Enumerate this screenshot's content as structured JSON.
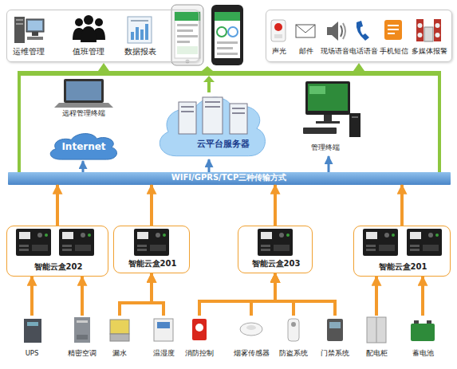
{
  "diagram": {
    "nodes": [
      {
        "text": [
          "运维管理",
          "值班管理",
          "数据报表"
        ]
      },
      {
        "text": [
          "声光",
          "邮件",
          "现场语音",
          "电话语音",
          "手机短信",
          "多媒体报警"
        ]
      },
      {
        "text": [
          "远程管理终端"
        ]
      },
      {
        "text": [
          "云平台服务器"
        ]
      },
      {
        "text": [
          "管理终端"
        ]
      },
      {
        "text": [
          "Internet"
        ]
      },
      {
        "text": [
          "WIFI/GPRS/TCP三种传输方式"
        ]
      },
      {
        "text": [
          "智能云盒202"
        ]
      },
      {
        "text": [
          "智能云盒201"
        ]
      },
      {
        "text": [
          "智能云盒203"
        ]
      },
      {
        "text": [
          "智能云盒201"
        ]
      },
      {
        "text": [
          "UPS"
        ]
      },
      {
        "text": [
          "精密空调"
        ]
      },
      {
        "text": [
          "漏水"
        ]
      },
      {
        "text": [
          "温湿度"
        ]
      },
      {
        "text": [
          "消防控制"
        ]
      },
      {
        "text": [
          "烟雾传感器"
        ]
      },
      {
        "text": [
          "防盗系统"
        ]
      },
      {
        "text": [
          "门禁系统"
        ]
      },
      {
        "text": [
          "配电柜"
        ]
      },
      {
        "text": [
          "蓄电池"
        ]
      }
    ],
    "edges": [
      {
        "from": 6,
        "to": 5,
        "arrow": "to"
      },
      {
        "from": 6,
        "to": 3,
        "arrow": "to"
      },
      {
        "from": 6,
        "to": 4,
        "arrow": "to"
      },
      {
        "from": 7,
        "to": 6,
        "arrow": "to"
      },
      {
        "from": 8,
        "to": 6,
        "arrow": "to"
      },
      {
        "from": 9,
        "to": 6,
        "arrow": "to"
      },
      {
        "from": 10,
        "to": 6,
        "arrow": "to"
      },
      {
        "from": 11,
        "to": 7,
        "arrow": "to"
      },
      {
        "from": 12,
        "to": 7,
        "arrow": "to"
      },
      {
        "from": 13,
        "to": 8,
        "arrow": "to"
      },
      {
        "from": 14,
        "to": 8,
        "arrow": "to"
      },
      {
        "from": 15,
        "to": 9,
        "arrow": "to"
      },
      {
        "from": 16,
        "to": 9,
        "arrow": "to"
      },
      {
        "from": 17,
        "to": 9,
        "arrow": "to"
      },
      {
        "from": 18,
        "to": 9,
        "arrow": "to"
      },
      {
        "from": 19,
        "to": 10,
        "arrow": "to"
      },
      {
        "from": 20,
        "to": 10,
        "arrow": "to"
      }
    ]
  }
}
